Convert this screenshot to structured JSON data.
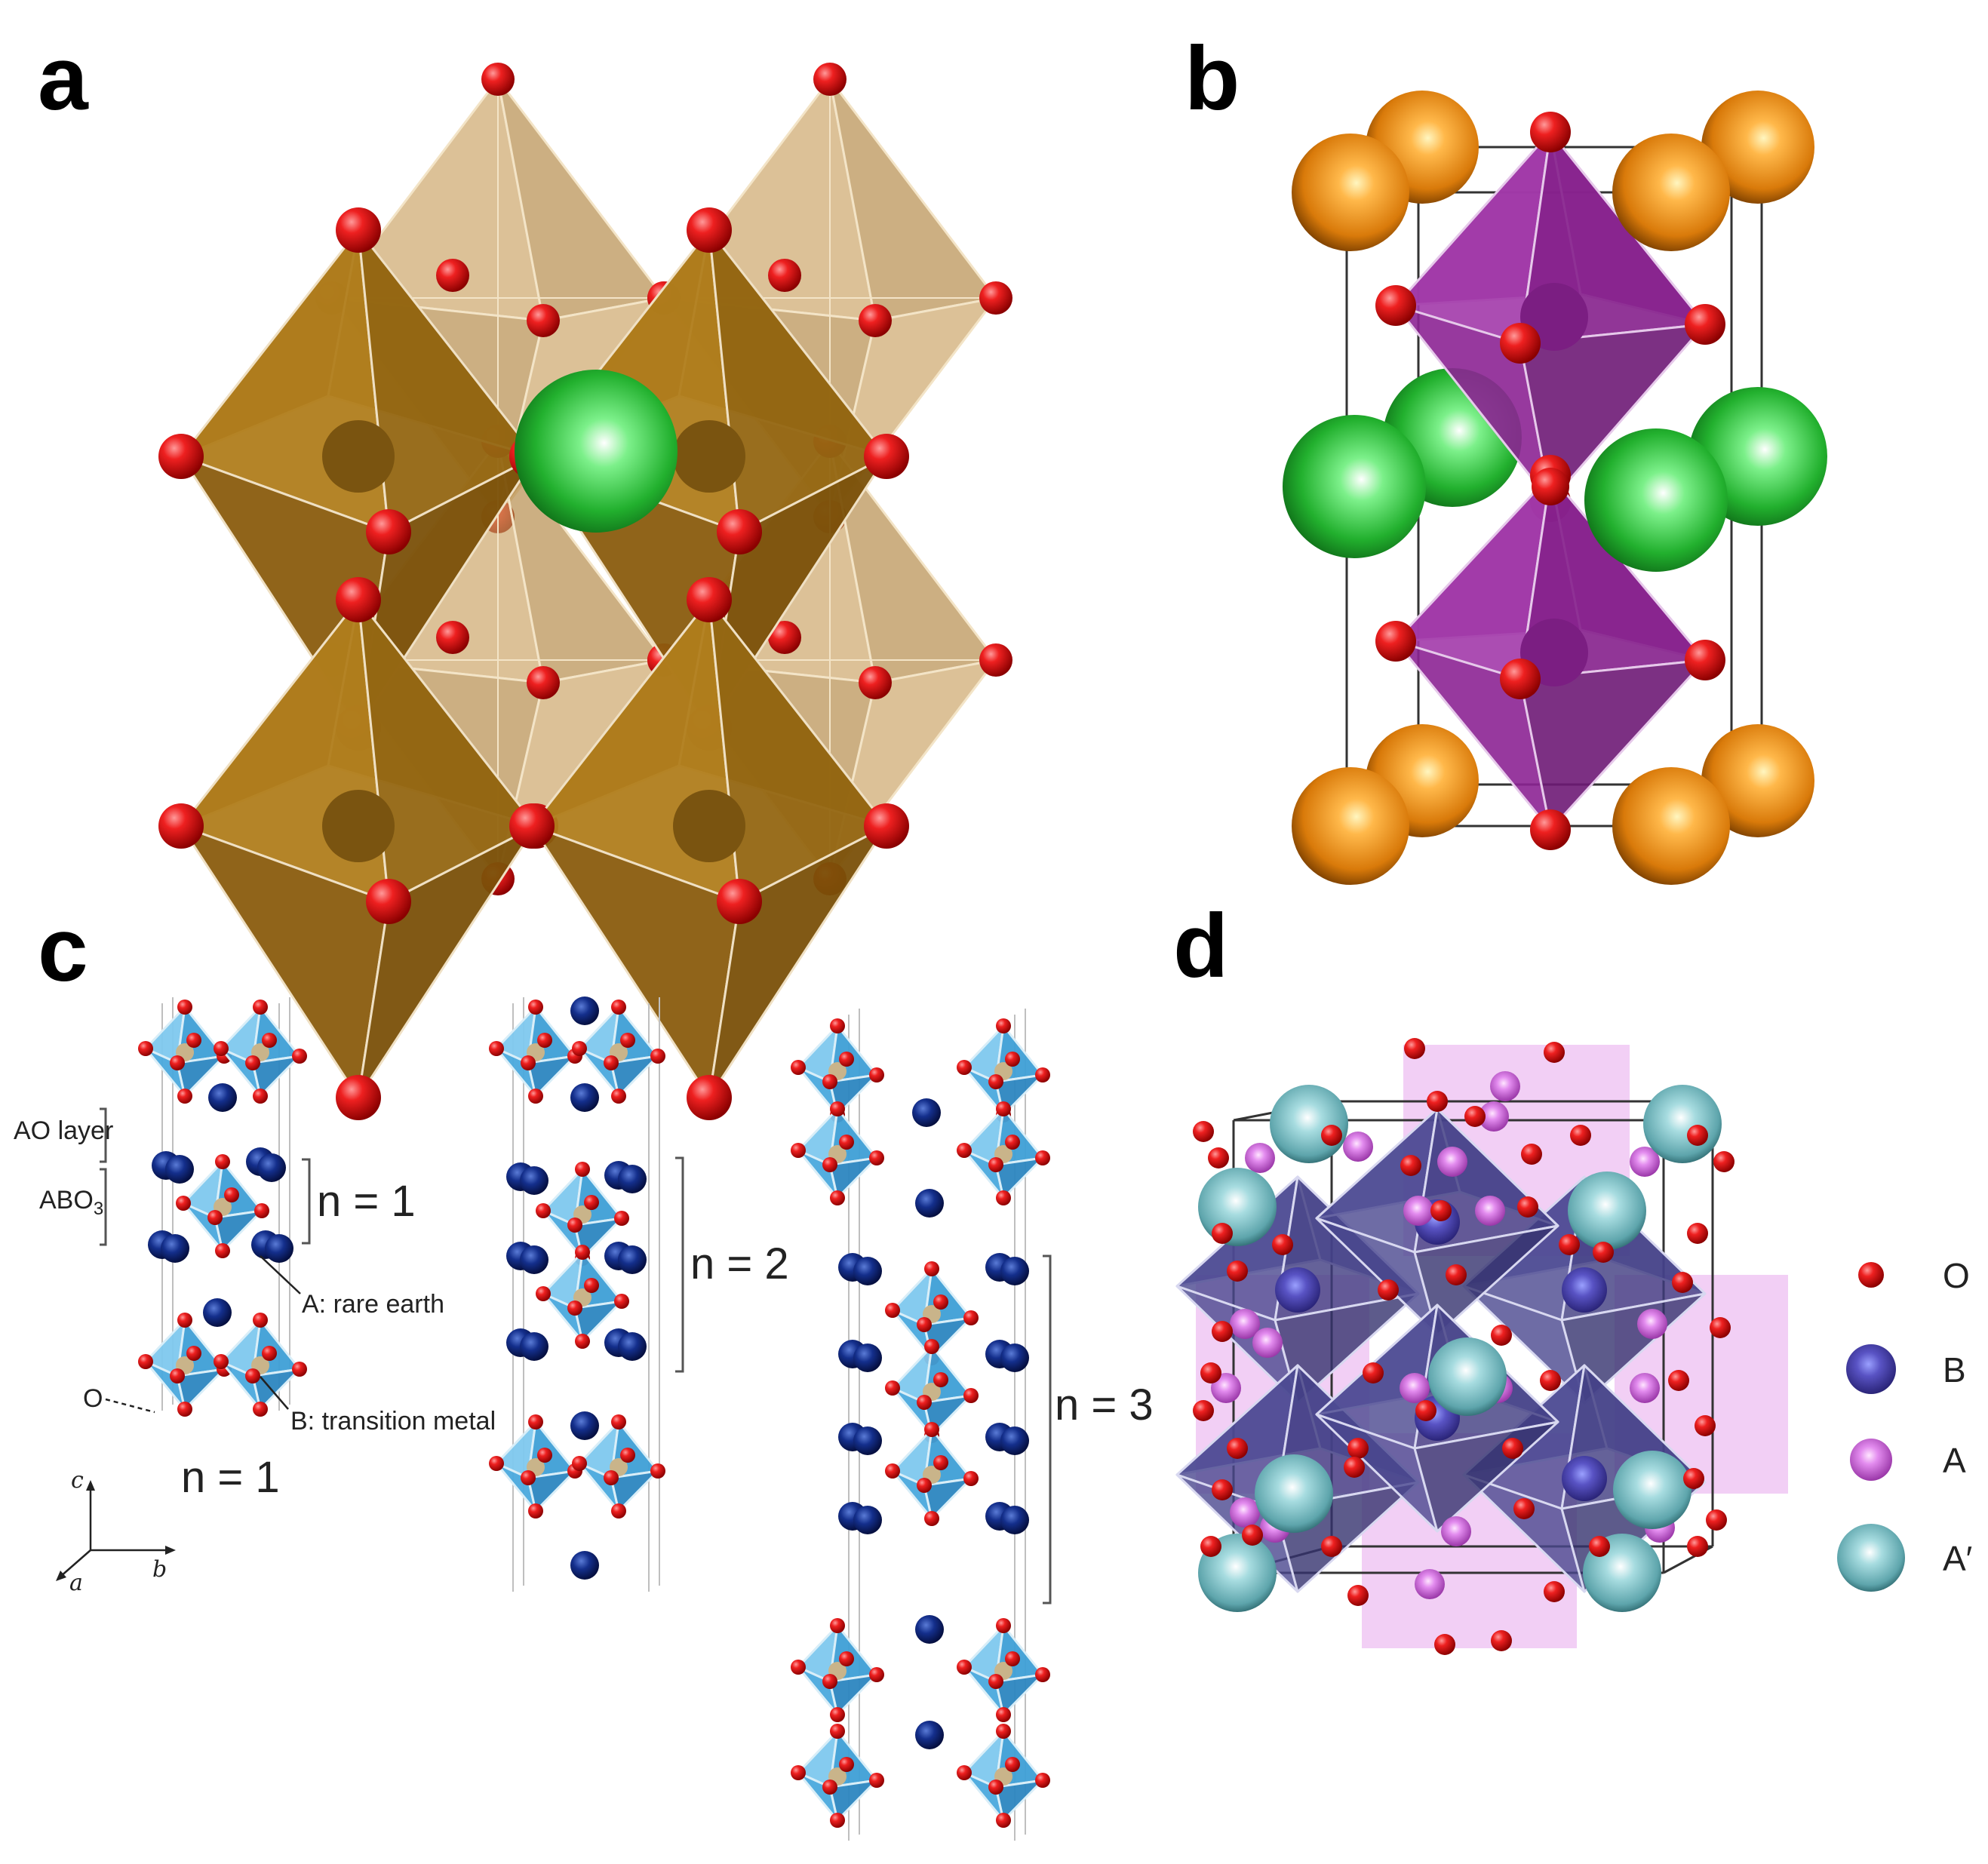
{
  "panels": {
    "a": {
      "letter": "a"
    },
    "b": {
      "letter": "b"
    },
    "c": {
      "letter": "c",
      "structures": [
        {
          "n": 1,
          "caption": "n = 1",
          "bracket_label": "n = 1"
        },
        {
          "n": 2,
          "bracket_label": "n = 2"
        },
        {
          "n": 3,
          "bracket_label": "n = 3"
        }
      ],
      "annotations": {
        "ao_layer": "AO layer",
        "abo3_main": "ABO",
        "abo3_sub": "3",
        "a_site": "A: rare earth",
        "b_site": "B: transition metal",
        "o_site": "O"
      },
      "axes": {
        "c": "c",
        "b": "b",
        "a": "a"
      }
    },
    "d": {
      "letter": "d",
      "legend": [
        {
          "label": "O",
          "color": "#e4181c"
        },
        {
          "label": "B",
          "color": "#5a55b3"
        },
        {
          "label": "A",
          "color": "#d979e6"
        },
        {
          "label": "A′",
          "color": "#7fc2c8"
        }
      ]
    }
  },
  "colors": {
    "oxygen": "#e4181c",
    "octahedron_a": "#8a5a12",
    "a_site_green": "#2ec43a",
    "octahedron_b": "#8e2a96",
    "corner_orange": "#e5860f",
    "octahedron_c": "#4fb0e0",
    "rare_earth": "#10297a",
    "octahedron_d": "#4a478f",
    "a_pink": "#d979e6",
    "a_prime": "#7fc2c8"
  }
}
